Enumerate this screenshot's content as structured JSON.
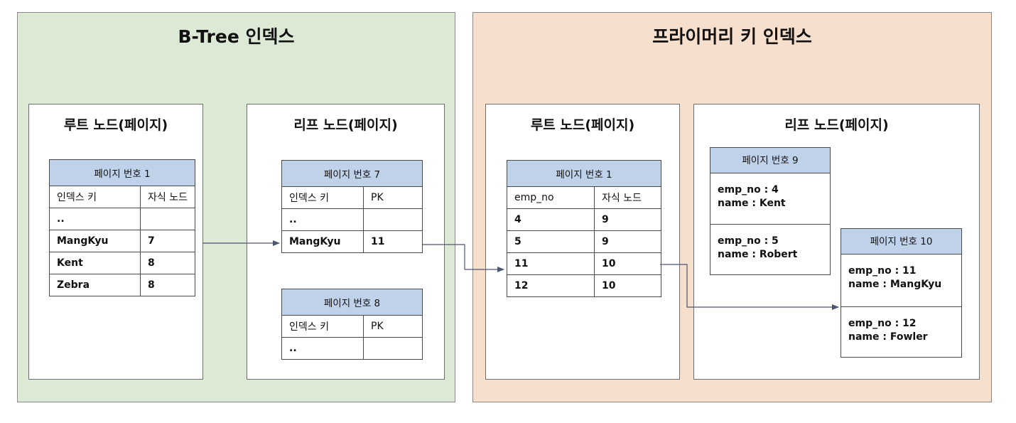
{
  "btree": {
    "title": "B-Tree 인덱스",
    "root": {
      "title": "루트 노드(페이지)",
      "page": "페이지 번호 1",
      "columns": [
        "인덱스 키",
        "자식 노드"
      ],
      "rows": [
        [
          "..",
          ""
        ],
        [
          "MangKyu",
          "7"
        ],
        [
          "Kent",
          "8"
        ],
        [
          "Zebra",
          "8"
        ]
      ]
    },
    "leaf": {
      "title": "리프 노드(페이지)",
      "pages": [
        {
          "page": "페이지 번호 7",
          "columns": [
            "인덱스 키",
            "PK"
          ],
          "rows": [
            [
              "..",
              ""
            ],
            [
              "MangKyu",
              "11"
            ]
          ]
        },
        {
          "page": "페이지 번호 8",
          "columns": [
            "인덱스 키",
            "PK"
          ],
          "rows": [
            [
              "..",
              ""
            ]
          ]
        }
      ]
    }
  },
  "pk": {
    "title": "프라이머리 키 인덱스",
    "root": {
      "title": "루트 노드(페이지)",
      "page": "페이지 번호 1",
      "columns": [
        "emp_no",
        "자식 노드"
      ],
      "rows": [
        [
          "4",
          "9"
        ],
        [
          "5",
          "9"
        ],
        [
          "11",
          "10"
        ],
        [
          "12",
          "10"
        ]
      ]
    },
    "leaf": {
      "title": "리프 노드(페이지)",
      "pages": [
        {
          "page": "페이지 번호 9",
          "records": [
            {
              "emp_no": "emp_no : 4",
              "name": "name : Kent"
            },
            {
              "emp_no": "emp_no : 5",
              "name": "name : Robert"
            }
          ]
        },
        {
          "page": "페이지 번호 10",
          "records": [
            {
              "emp_no": "emp_no : 11",
              "name": "name : MangKyu"
            },
            {
              "emp_no": "emp_no : 12",
              "name": "name : Fowler"
            }
          ]
        }
      ]
    }
  },
  "colors": {
    "btree_bg": "#dce9d5",
    "pk_bg": "#f6dfcd",
    "table_header": "#c0d1ea",
    "arrow": "#4d5670"
  }
}
